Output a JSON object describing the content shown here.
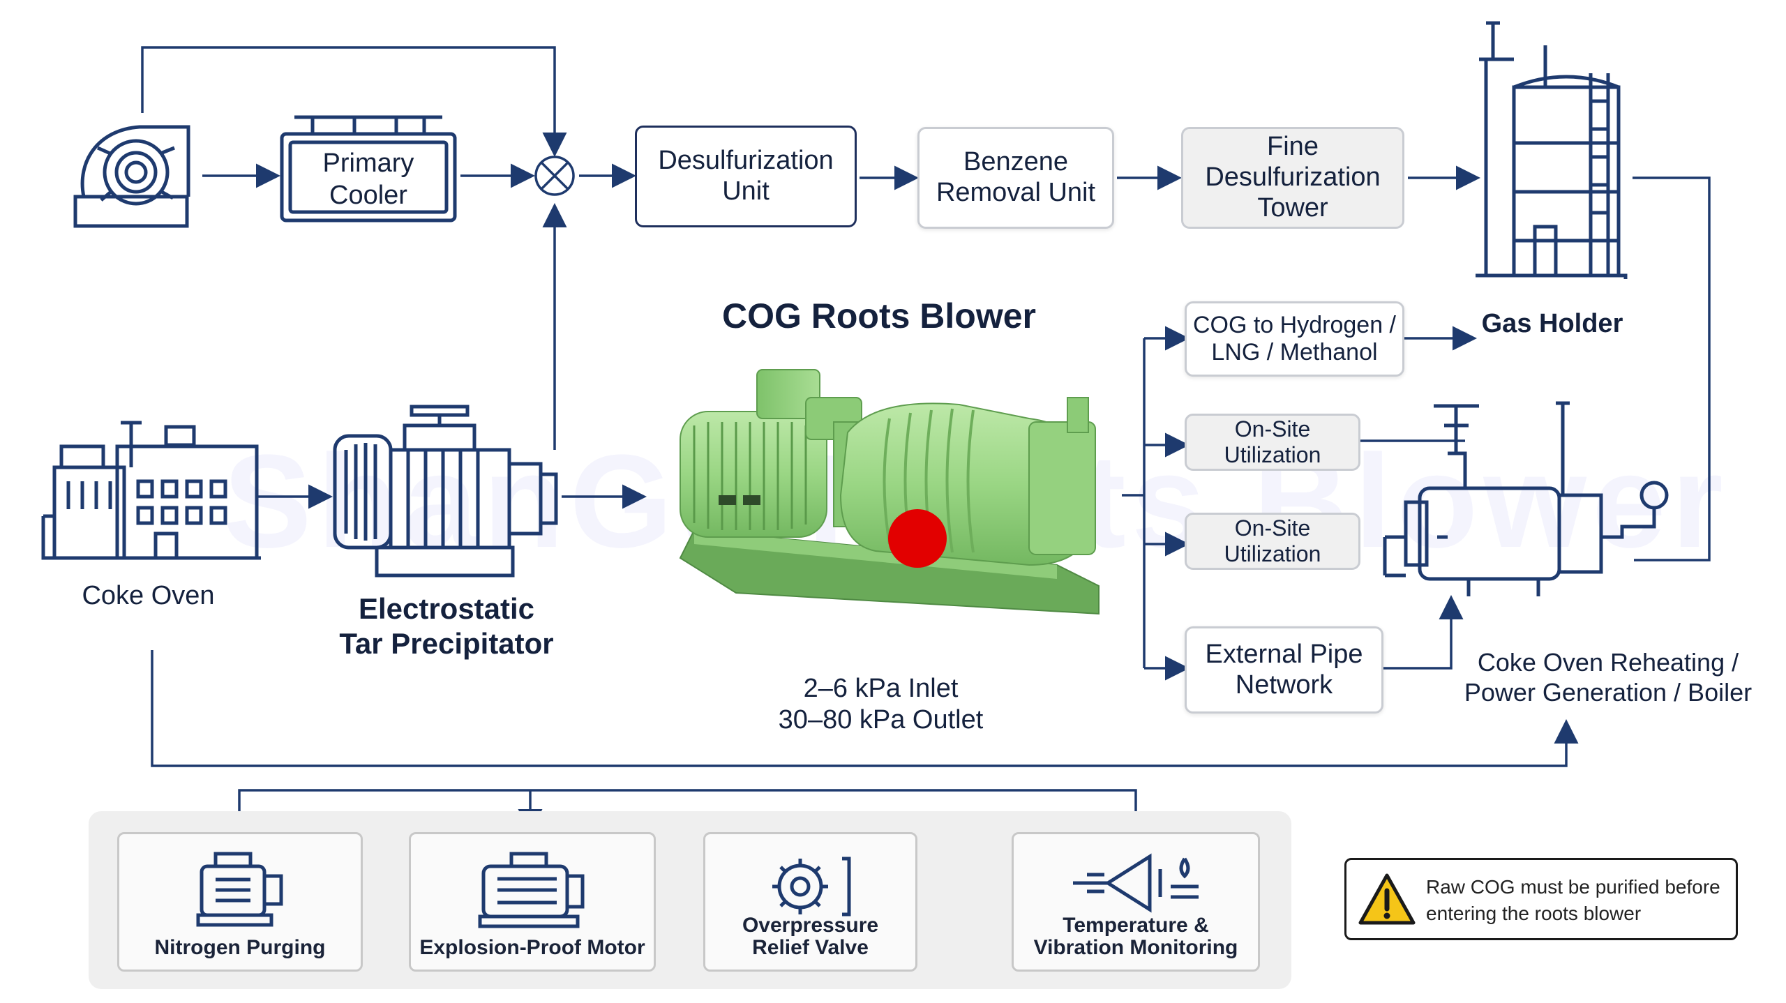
{
  "watermark": "ShanGu Roots Blower",
  "top_row": {
    "primary_cooler": "Primary\nCooler",
    "desulfurization_unit": "Desulfurization\nUnit",
    "benzene_removal_unit": "Benzene\nRemoval Unit",
    "fine_desulfurization_tower": "Fine\nDesulfurization\nTower",
    "gas_holder": "Gas Holder"
  },
  "center": {
    "title": "COG Roots Blower",
    "inlet": "2–6 kPa Inlet",
    "outlet": "30–80 kPa Outlet"
  },
  "left": {
    "coke_oven": "Coke Oven",
    "tar_precipitator": "Electrostatic\nTar Precipitator"
  },
  "right": {
    "cog_to_hydrogen": "COG to Hydrogen /\nLNG / Methanol",
    "onsite_1": "On-Site\nUtilization",
    "onsite_2": "On-Site\nUtilization",
    "external_pipe": "External Pipe\nNetwork",
    "reheating": "Coke Oven Reheating /\nPower Generation / Boiler"
  },
  "safety": {
    "nitrogen_purging": "Nitrogen Purging",
    "explosion_proof_motor": "Explosion-Proof Motor",
    "overpressure_valve": "Overpressure\nRelief Valve",
    "temperature_monitoring": "Temperature &\nVibration Monitoring"
  },
  "warning": {
    "text": "Raw COG must be purified before entering the roots blower",
    "icon": "warning-triangle-icon"
  },
  "colors": {
    "line": "#1e3a6e",
    "blower_green": "#9fd88a",
    "warning_yellow": "#f5c518"
  }
}
